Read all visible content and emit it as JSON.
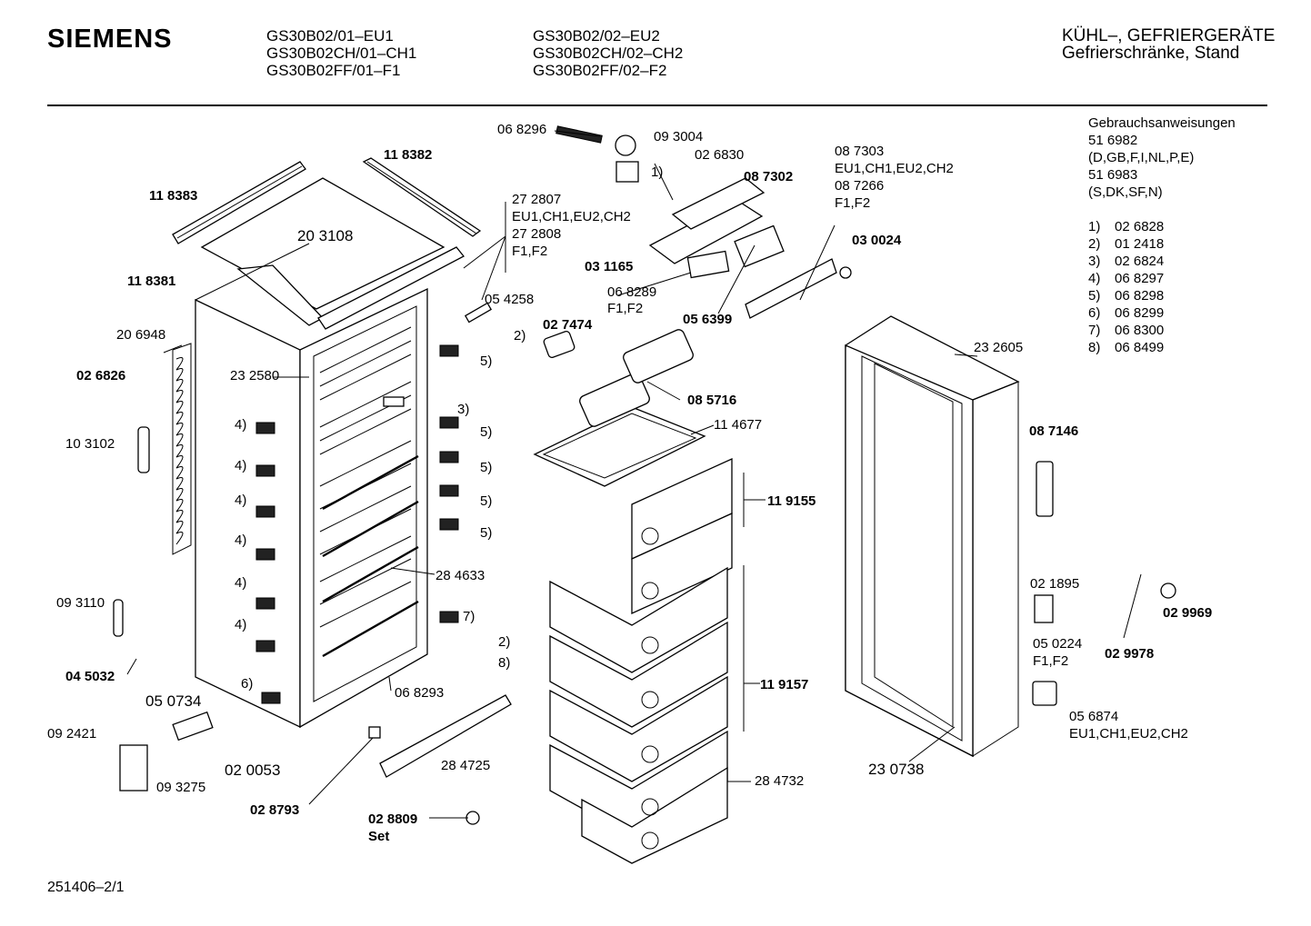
{
  "header": {
    "brand": "SIEMENS",
    "models_col1": [
      "GS30B02/01–EU1",
      "GS30B02CH/01–CH1",
      "GS30B02FF/01–F1"
    ],
    "models_col2": [
      "GS30B02/02–EU2",
      "GS30B02CH/02–CH2",
      "GS30B02FF/02–F2"
    ],
    "category": "KÜHL–, GEFRIERGERÄTE",
    "subcategory": "Gefrierschränke, Stand"
  },
  "manuals": {
    "title": "Gebrauchsanweisungen",
    "lines": [
      "51 6982",
      "(D,GB,F,I,NL,P,E)",
      "51 6983",
      "(S,DK,SF,N)"
    ]
  },
  "legend": [
    {
      "n": "1)",
      "part": "02 6828"
    },
    {
      "n": "2)",
      "part": "01 2418"
    },
    {
      "n": "3)",
      "part": "02 6824"
    },
    {
      "n": "4)",
      "part": "06 8297"
    },
    {
      "n": "5)",
      "part": "06 8298"
    },
    {
      "n": "6)",
      "part": "06 8299"
    },
    {
      "n": "7)",
      "part": "06 8300"
    },
    {
      "n": "8)",
      "part": "06 8499"
    }
  ],
  "labels": {
    "p068296": "06 8296",
    "p093004": "09 3004",
    "p026830": "02 6830",
    "p087302": "08 7302",
    "p087303": "08 7303",
    "v087303": "EU1,CH1,EU2,CH2",
    "p087266": "08 7266",
    "v087266": "F1,F2",
    "p030024": "03 0024",
    "p118382": "11 8382",
    "p118383": "11 8383",
    "p203108": "20 3108",
    "p272807": "27 2807",
    "v272807": "EU1,CH1,EU2,CH2",
    "p272808": "27 2808",
    "v272808": "F1,F2",
    "p031165": "03 1165",
    "p118381": "11 8381",
    "p068289": "06 8289",
    "v068289": "F1,F2",
    "p056399": "05 6399",
    "p054258": "05 4258",
    "p027474": "02 7474",
    "p206948": "20 6948",
    "p232605": "23 2605",
    "p026826": "02 6826",
    "p232580": "23 2580",
    "p085716": "08 5716",
    "p114677": "11 4677",
    "p087146": "08 7146",
    "p103102": "10 3102",
    "p119155": "11 9155",
    "p284633": "28 4633",
    "p021895": "02 1895",
    "p093110": "09 3110",
    "p029969": "02 9969",
    "p050224": "05 0224",
    "v050224": "F1,F2",
    "p029978": "02 9978",
    "p045032": "04 5032",
    "p068293": "06 8293",
    "p119157": "11 9157",
    "p050734": "05 0734",
    "p056874": "05 6874",
    "v056874": "EU1,CH1,EU2,CH2",
    "p092421": "09 2421",
    "p093275": "09 3275",
    "p020053": "02 0053",
    "p284725": "28 4725",
    "p284732": "28 4732",
    "p230738": "23 0738",
    "p028793": "02 8793",
    "p028809": "02 8809",
    "v028809": "Set",
    "c1": "1)",
    "c2a": "2)",
    "c2b": "2)",
    "c3": "3)",
    "c5a": "5)",
    "c5b": "5)",
    "c5c": "5)",
    "c5d": "5)",
    "c5e": "5)",
    "c4a": "4)",
    "c4b": "4)",
    "c4c": "4)",
    "c4d": "4)",
    "c4e": "4)",
    "c4f": "4)",
    "c6": "6)",
    "c7": "7)",
    "c8": "8)"
  },
  "footer": {
    "doc_id": "251406–2/1"
  }
}
